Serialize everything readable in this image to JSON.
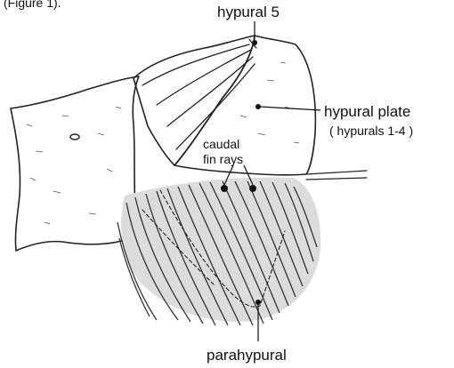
{
  "fragment": "(Figure 1).",
  "labels": {
    "hypural5": "hypural 5",
    "hypural_plate": "hypural plate",
    "hypural_plate_sub": "( hypurals 1-4 )",
    "caudal": "caudal",
    "fin_rays": "fin rays",
    "parahypural": "parahypural"
  },
  "colors": {
    "ink": "#222222",
    "shade": "#d9d9d9",
    "background": "#ffffff"
  }
}
